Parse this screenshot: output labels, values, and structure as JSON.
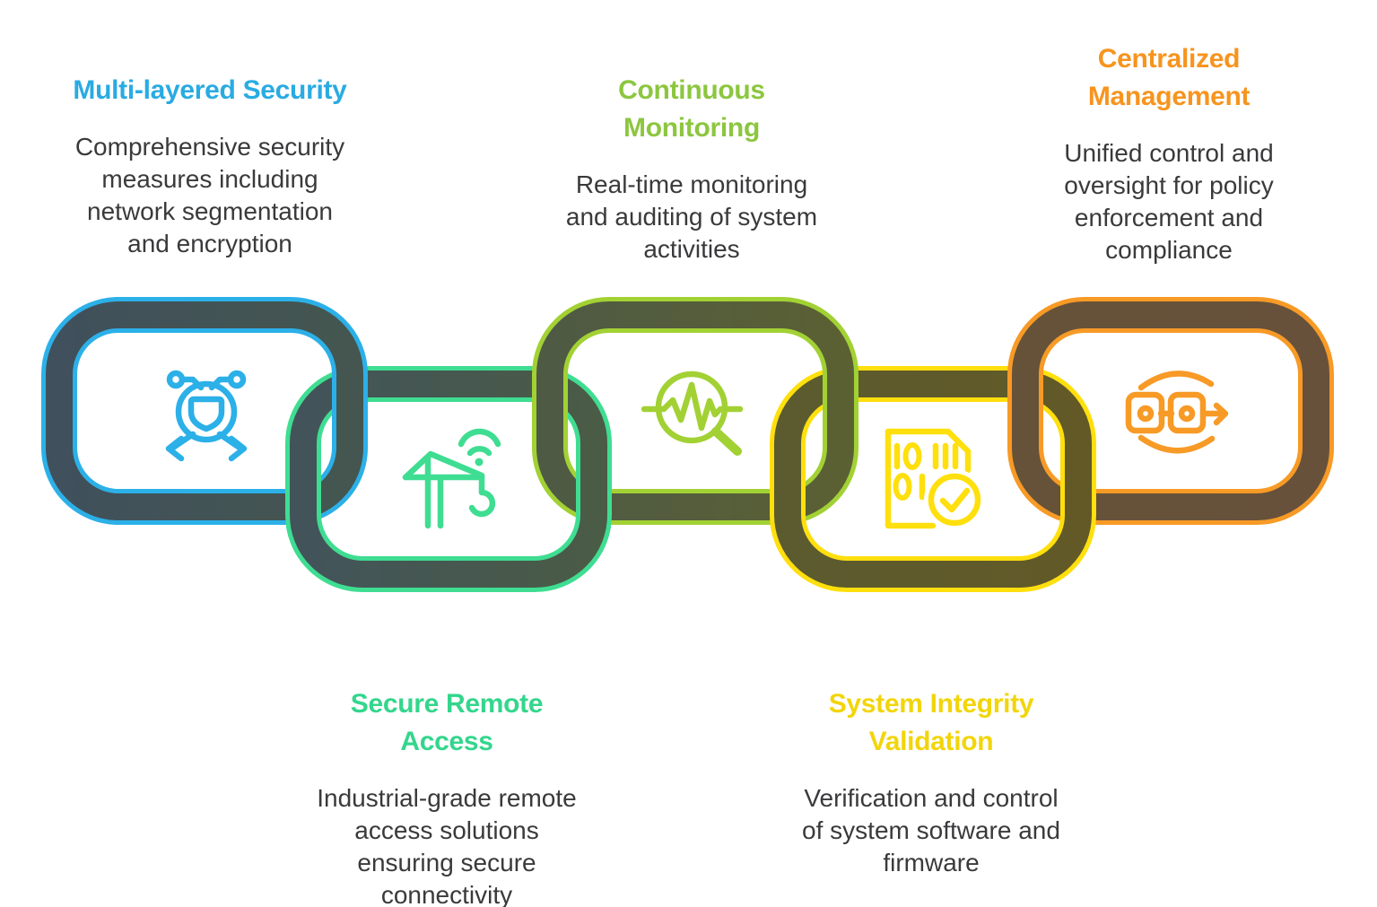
{
  "colors": {
    "background": "#FFFFFF",
    "description_text": "#3A3A3C"
  },
  "items": [
    {
      "id": "multi-layered-security",
      "title": "Multi-layered Security",
      "description": "Comprehensive security\nmeasures including\nnetwork segmentation\nand encryption",
      "title_color": "#29ABE2",
      "chain_color": "#2CB0E8",
      "band_gradient": [
        "#40505C",
        "#44564F"
      ],
      "icon": "shield-network-icon"
    },
    {
      "id": "secure-remote-access",
      "title": "Secure Remote\nAccess",
      "description": "Industrial-grade remote\naccess solutions\nensuring secure\nconnectivity",
      "title_color": "#33D68C",
      "chain_color": "#3FDD92",
      "band_gradient": [
        "#42545A",
        "#4A5B46"
      ],
      "icon": "crane-wifi-icon"
    },
    {
      "id": "continuous-monitoring",
      "title": "Continuous\nMonitoring",
      "description": "Real-time monitoring\nand auditing of system\nactivities",
      "title_color": "#8CC63F",
      "chain_color": "#A2D134",
      "band_gradient": [
        "#4E5A44",
        "#5B6033"
      ],
      "icon": "pulse-magnifier-icon"
    },
    {
      "id": "system-integrity-validation",
      "title": "System Integrity\nValidation",
      "description": "Verification and control\nof system software and\nfirmware",
      "title_color": "#F2D50A",
      "chain_color": "#FFDF0D",
      "band_gradient": [
        "#5B5B2F",
        "#635927"
      ],
      "icon": "binary-document-check-icon"
    },
    {
      "id": "centralized-management",
      "title": "Centralized\nManagement",
      "description": "Unified control and\noversight for policy\nenforcement and\ncompliance",
      "title_color": "#F7941E",
      "chain_color": "#F79A26",
      "band_gradient": [
        "#655238",
        "#67513B"
      ],
      "icon": "linked-nodes-sync-icon"
    }
  ]
}
